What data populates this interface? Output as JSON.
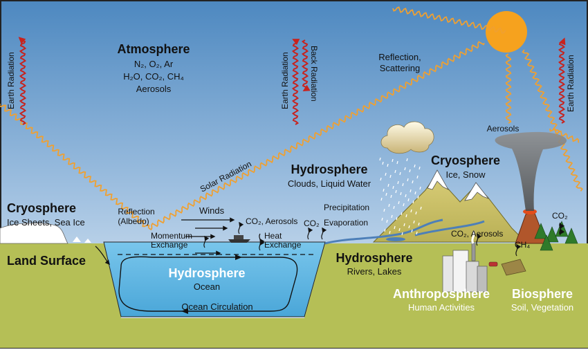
{
  "labels": {
    "atmosphere": "Atmosphere",
    "atm_gas_1": "N₂, O₂, Ar",
    "atm_gas_2": "H₂O, CO₂, CH₄",
    "atm_gas_3": "Aerosols",
    "earth_radiation": "Earth Radiation",
    "back_radiation": "Back Radiation",
    "reflection_scattering_1": "Reflection,",
    "reflection_scattering_2": "Scattering",
    "solar_radiation": "Solar Radiation",
    "aerosols_volcano": "Aerosols",
    "cryosphere_left": "Cryosphere",
    "cryosphere_left_sub": "Ice Sheets,  Sea Ice",
    "reflection_albedo_1": "Reflection",
    "reflection_albedo_2": "(Albedo)",
    "winds": "Winds",
    "co2_aerosols_ocean": "CO₂, Aerosols",
    "momentum_exchange_1": "Momentum",
    "momentum_exchange_2": "Exchange",
    "heat_exchange_1": "Heat",
    "heat_exchange_2": "Exchange",
    "co2_evap": "CO₂",
    "precipitation": "Precipitation",
    "evaporation": "Evaporation",
    "hydrosphere_atm": "Hydrosphere",
    "hydrosphere_atm_sub": "Clouds, Liquid Water",
    "cryosphere_right": "Cryosphere",
    "cryosphere_right_sub": "Ice, Snow",
    "land_surface": "Land Surface",
    "hydrosphere_ocean": "Hydrosphere",
    "hydrosphere_ocean_sub": "Ocean",
    "ocean_circulation": "Ocean Circulation",
    "hydrosphere_rivers": "Hydrosphere",
    "hydrosphere_rivers_sub": "Rivers, Lakes",
    "anthroposphere": "Anthroposphere",
    "anthroposphere_sub": "Human Activities",
    "biosphere": "Biosphere",
    "biosphere_sub": "Soil, Vegetation",
    "co2_aerosols_land": "CO₂, Aerosols",
    "ch4": "CH₄",
    "co2_volcano": "CO₂"
  },
  "colors": {
    "sky_top": "#4d88c0",
    "sky_bottom": "#dfeaf4",
    "ocean": "#5fb5e2",
    "land": "#b5bf56",
    "sun": "#f6a21e",
    "solar_wave": "#f0a030",
    "earth_wave": "#c8221d"
  }
}
